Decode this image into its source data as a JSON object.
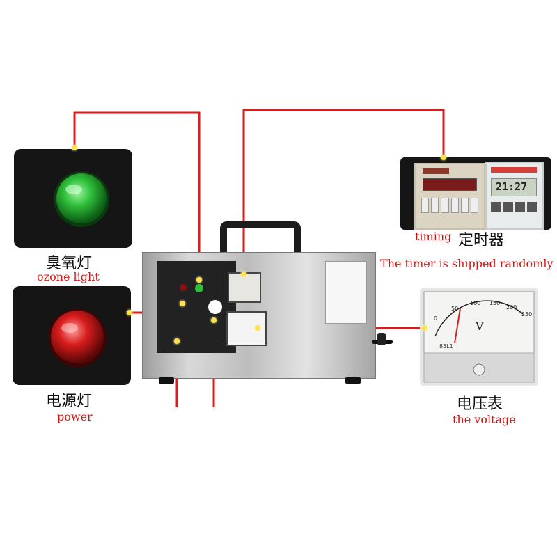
{
  "labels": {
    "ozone_cn": "臭氧灯",
    "ozone_en": "ozone light",
    "power_cn": "电源灯",
    "power_en": "power",
    "timing_en": "timing",
    "timing_cn": "定时器",
    "timer_note": "The timer is shipped randomly",
    "voltage_cn": "电压表",
    "voltage_en": "the voltage"
  },
  "voltmeter": {
    "scale": [
      "0",
      "50",
      "100",
      "150",
      "200",
      "250"
    ],
    "unit": "V",
    "model": "85L1"
  },
  "digital_timer": {
    "display": "21:27"
  },
  "colors": {
    "leader_line": "#e01a1a",
    "marker_dot": "#ffe14d",
    "english_label": "#d41313",
    "ozone_lamp": "#2fbf3a",
    "power_lamp": "#d81c1c"
  }
}
